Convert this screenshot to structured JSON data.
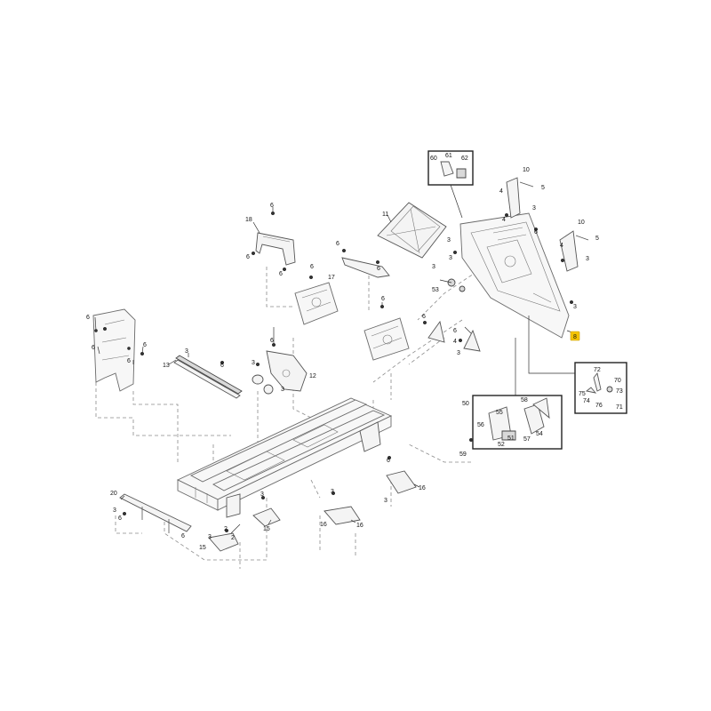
{
  "colors": {
    "highlight": "#f5c400",
    "line": "#555555",
    "fill": "#f4f4f4"
  },
  "callouts": [
    {
      "id": "c1",
      "text": "1"
    },
    {
      "id": "c2a",
      "text": "2"
    },
    {
      "id": "c2b",
      "text": "2"
    },
    {
      "id": "c3a",
      "text": "3"
    },
    {
      "id": "c3b",
      "text": "3"
    },
    {
      "id": "c3c",
      "text": "3"
    },
    {
      "id": "c3d",
      "text": "3"
    },
    {
      "id": "c3e",
      "text": "3"
    },
    {
      "id": "c3f",
      "text": "3"
    },
    {
      "id": "c3g",
      "text": "3"
    },
    {
      "id": "c3h",
      "text": "3"
    },
    {
      "id": "c3i",
      "text": "3"
    },
    {
      "id": "c3j",
      "text": "3"
    },
    {
      "id": "c4a",
      "text": "4"
    },
    {
      "id": "c4b",
      "text": "4"
    },
    {
      "id": "c4c",
      "text": "4"
    },
    {
      "id": "c4d",
      "text": "4"
    },
    {
      "id": "c5a",
      "text": "5"
    },
    {
      "id": "c5b",
      "text": "5"
    },
    {
      "id": "c6a",
      "text": "6"
    },
    {
      "id": "c6b",
      "text": "6"
    },
    {
      "id": "c6c",
      "text": "6"
    },
    {
      "id": "c6d",
      "text": "6"
    },
    {
      "id": "c6e",
      "text": "6"
    },
    {
      "id": "c6f",
      "text": "6"
    },
    {
      "id": "c6g",
      "text": "6"
    },
    {
      "id": "c6h",
      "text": "6"
    },
    {
      "id": "c6i",
      "text": "6"
    },
    {
      "id": "c6j",
      "text": "6"
    },
    {
      "id": "c6k",
      "text": "6"
    },
    {
      "id": "c6l",
      "text": "6"
    },
    {
      "id": "c6m",
      "text": "6"
    },
    {
      "id": "c6n",
      "text": "6"
    },
    {
      "id": "c6o",
      "text": "6"
    },
    {
      "id": "c6p",
      "text": "6"
    },
    {
      "id": "c8",
      "text": "8"
    },
    {
      "id": "c10a",
      "text": "10"
    },
    {
      "id": "c10b",
      "text": "10"
    },
    {
      "id": "c11",
      "text": "11"
    },
    {
      "id": "c12",
      "text": "12"
    },
    {
      "id": "c13",
      "text": "13"
    },
    {
      "id": "c15a",
      "text": "15"
    },
    {
      "id": "c15b",
      "text": "15"
    },
    {
      "id": "c16a",
      "text": "16"
    },
    {
      "id": "c16b",
      "text": "16"
    },
    {
      "id": "c16c",
      "text": "16"
    },
    {
      "id": "c17",
      "text": "17"
    },
    {
      "id": "c18",
      "text": "18"
    },
    {
      "id": "c20",
      "text": "20"
    },
    {
      "id": "c50",
      "text": "50"
    },
    {
      "id": "c51",
      "text": "51"
    },
    {
      "id": "c52",
      "text": "52"
    },
    {
      "id": "c53",
      "text": "53"
    },
    {
      "id": "c54",
      "text": "54"
    },
    {
      "id": "c55",
      "text": "55"
    },
    {
      "id": "c56",
      "text": "56"
    },
    {
      "id": "c57",
      "text": "57"
    },
    {
      "id": "c58",
      "text": "58"
    },
    {
      "id": "c59",
      "text": "59"
    },
    {
      "id": "c60",
      "text": "60"
    },
    {
      "id": "c61",
      "text": "61"
    },
    {
      "id": "c62",
      "text": "62"
    },
    {
      "id": "c70",
      "text": "70"
    },
    {
      "id": "c71",
      "text": "71"
    },
    {
      "id": "c72",
      "text": "72"
    },
    {
      "id": "c73",
      "text": "73"
    },
    {
      "id": "c74",
      "text": "74"
    },
    {
      "id": "c75",
      "text": "75"
    },
    {
      "id": "c76",
      "text": "76"
    }
  ]
}
